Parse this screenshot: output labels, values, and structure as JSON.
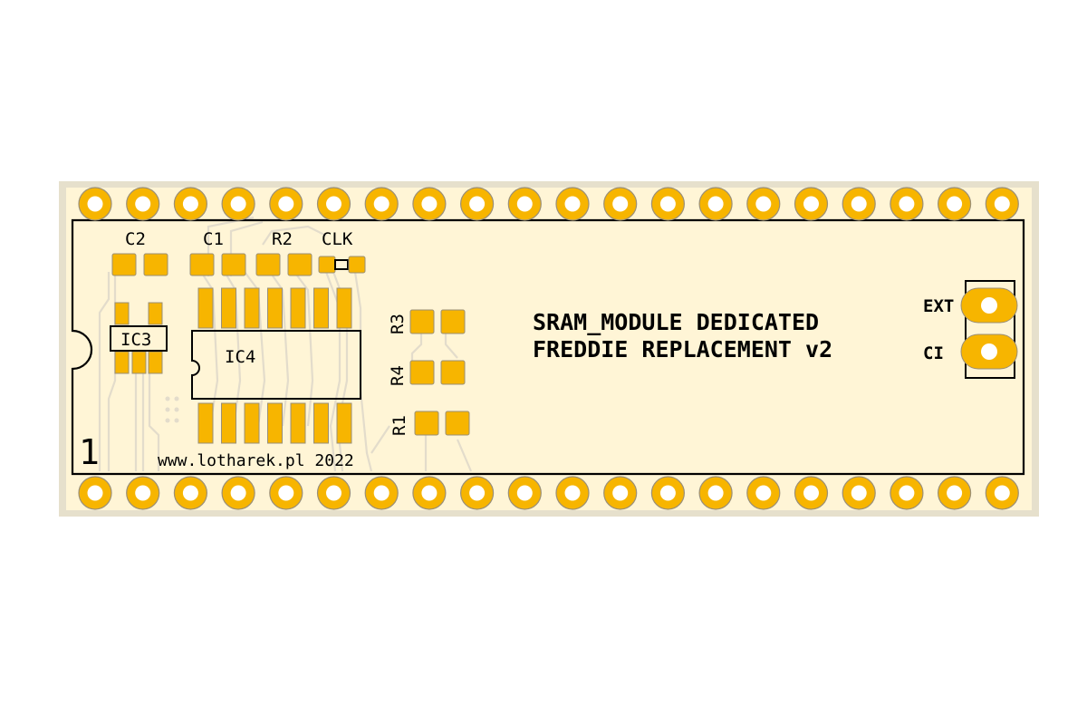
{
  "board": {
    "title_line1": "SRAM_MODULE DEDICATED",
    "title_line2": "FREDDIE REPLACEMENT v2",
    "credit": "www.lotharek.pl 2022",
    "pin1_marker": "1",
    "jumper_ext": "EXT",
    "jumper_ci": "CI"
  },
  "refdes": {
    "c2": "C2",
    "c1": "C1",
    "r2": "R2",
    "clk": "CLK",
    "ic3": "IC3",
    "ic4": "IC4",
    "r3": "R3",
    "r4": "R4",
    "r1": "R1"
  },
  "colors": {
    "board_fill": "#fff5d6",
    "board_edge": "#e6e0cc",
    "copper": "#f7b500",
    "copper_edge": "#9a8f78",
    "silk": "#000000",
    "trace": "#e3dccb",
    "drill": "#ffffff"
  },
  "pin_rows": {
    "top_count": 20,
    "bottom_count": 20
  }
}
